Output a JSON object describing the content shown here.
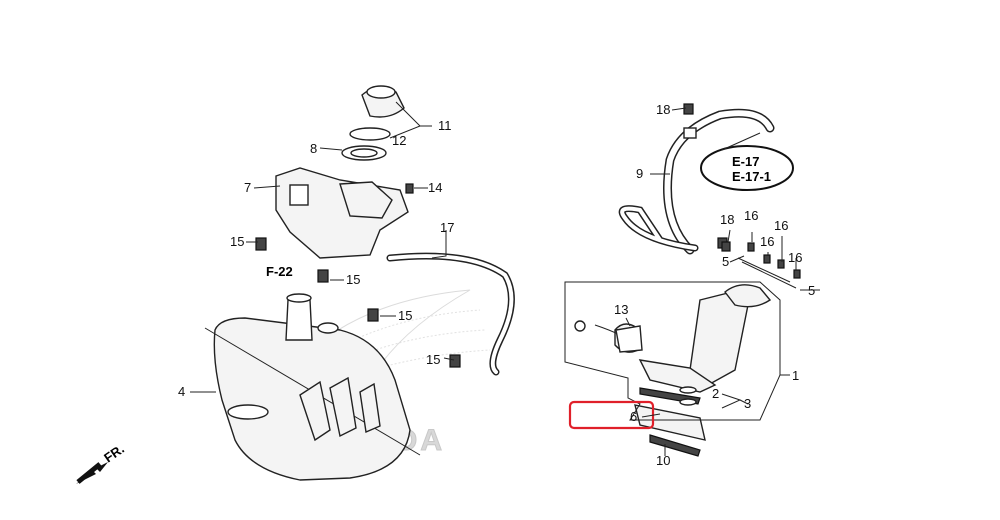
{
  "diagram": {
    "brand_watermark": "HONDA",
    "front_indicator": "FR.",
    "references": [
      "F-22",
      "E-17",
      "E-17-1"
    ],
    "callouts": {
      "c1": "1",
      "c2": "2",
      "c3": "3",
      "c4": "4",
      "c5a": "5",
      "c5b": "5",
      "c6": "6",
      "c7": "7",
      "c8": "8",
      "c9": "9",
      "c10": "10",
      "c11": "11",
      "c12": "12",
      "c13": "13",
      "c14": "14",
      "c15a": "15",
      "c15b": "15",
      "c15c": "15",
      "c15d": "15",
      "c16a": "16",
      "c16b": "16",
      "c16c": "16",
      "c16d": "16",
      "c17": "17",
      "c18a": "18",
      "c18b": "18"
    },
    "highlight_color": "#e0202a"
  }
}
